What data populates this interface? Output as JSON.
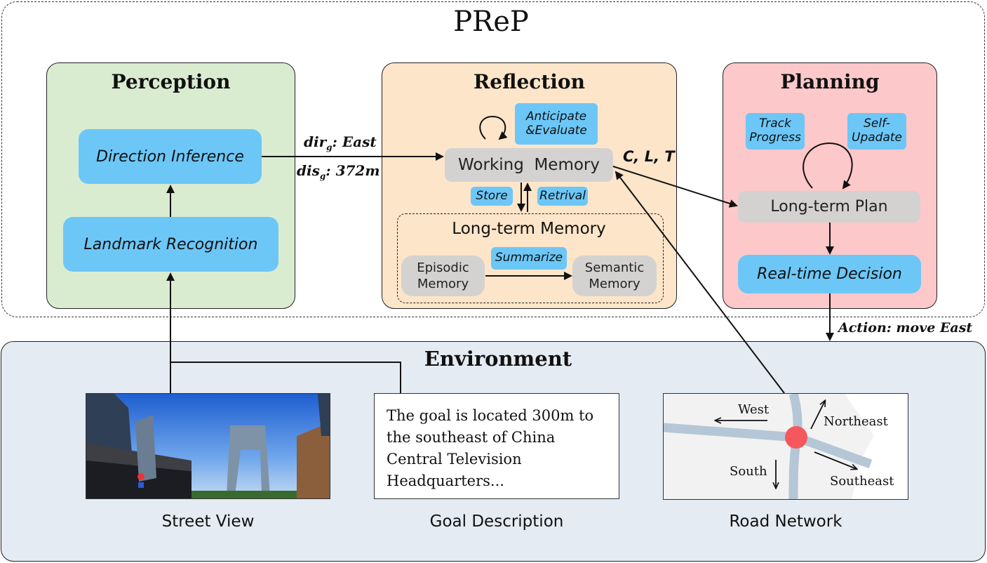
{
  "title": "PReP",
  "perception": {
    "title": "Perception",
    "direction_inference": "Direction Inference",
    "landmark_recognition": "Landmark Recognition"
  },
  "edge_labels": {
    "dir_prefix": "dir",
    "dir_sub": "g",
    "dir_value": ": East",
    "dis_prefix": "dis",
    "dis_sub": "g",
    "dis_value": ": 372m",
    "clt": "C, L, T",
    "action": "Action: move East"
  },
  "reflection": {
    "title": "Reflection",
    "anticipate": "Anticipate &Evaluate",
    "working_memory": "Working  Memory",
    "store": "Store",
    "retrival": "Retrival",
    "long_term_memory": "Long-term Memory",
    "summarize": "Summarize",
    "episodic_memory": "Episodic Memory",
    "semantic_memory": "Semantic Memory"
  },
  "planning": {
    "title": "Planning",
    "track_progress": "Track Progress",
    "self_update": "Self-Upadate",
    "long_term_plan": "Long-term Plan",
    "realtime_decision": "Real-time Decision"
  },
  "environment": {
    "title": "Environment",
    "street_view_caption": "Street View",
    "goal_caption": "Goal Description",
    "goal_text": "The goal is located 300m to the southeast of China Central Television Headquarters...",
    "road_caption": "Road Network",
    "road_labels": {
      "west": "West",
      "northeast": "Northeast",
      "south": "South",
      "southeast": "Southeast"
    }
  },
  "colors": {
    "perception_bg": "#d9ecd0",
    "reflection_bg": "#fde5c9",
    "planning_bg": "#fdc8c9",
    "environment_bg": "#e4ebf2",
    "accent_blue": "#6cc7f7",
    "node_gray": "#d4d2d0",
    "road_dot": "#f5575d"
  }
}
